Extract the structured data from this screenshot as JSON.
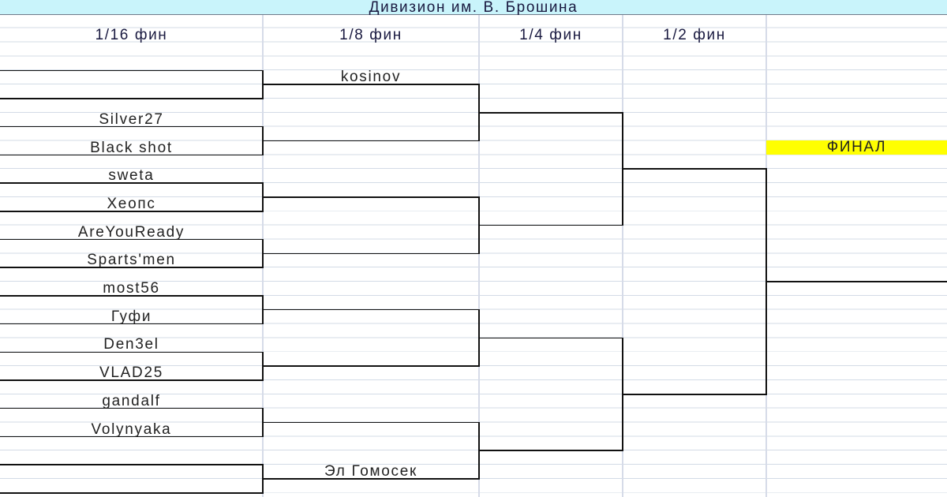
{
  "title": "Дивизион им. В. Брошина",
  "rounds": [
    "1/16 фин",
    "1/8 фин",
    "1/4 фин",
    "1/2 фин"
  ],
  "round_of_32": [
    "",
    "",
    "Silver27",
    "Black shot",
    "sweta",
    "Хеопс",
    "AreYouReady",
    "Sparts'men",
    "most56",
    "Гуфи",
    "Den3el",
    "VLAD25",
    "gandalf",
    "Volynyaka",
    "",
    ""
  ],
  "round_of_16": [
    "kosinov",
    "",
    "",
    "",
    "",
    "",
    "",
    "Эл Гомосек"
  ],
  "final_label": "ФИНАЛ"
}
